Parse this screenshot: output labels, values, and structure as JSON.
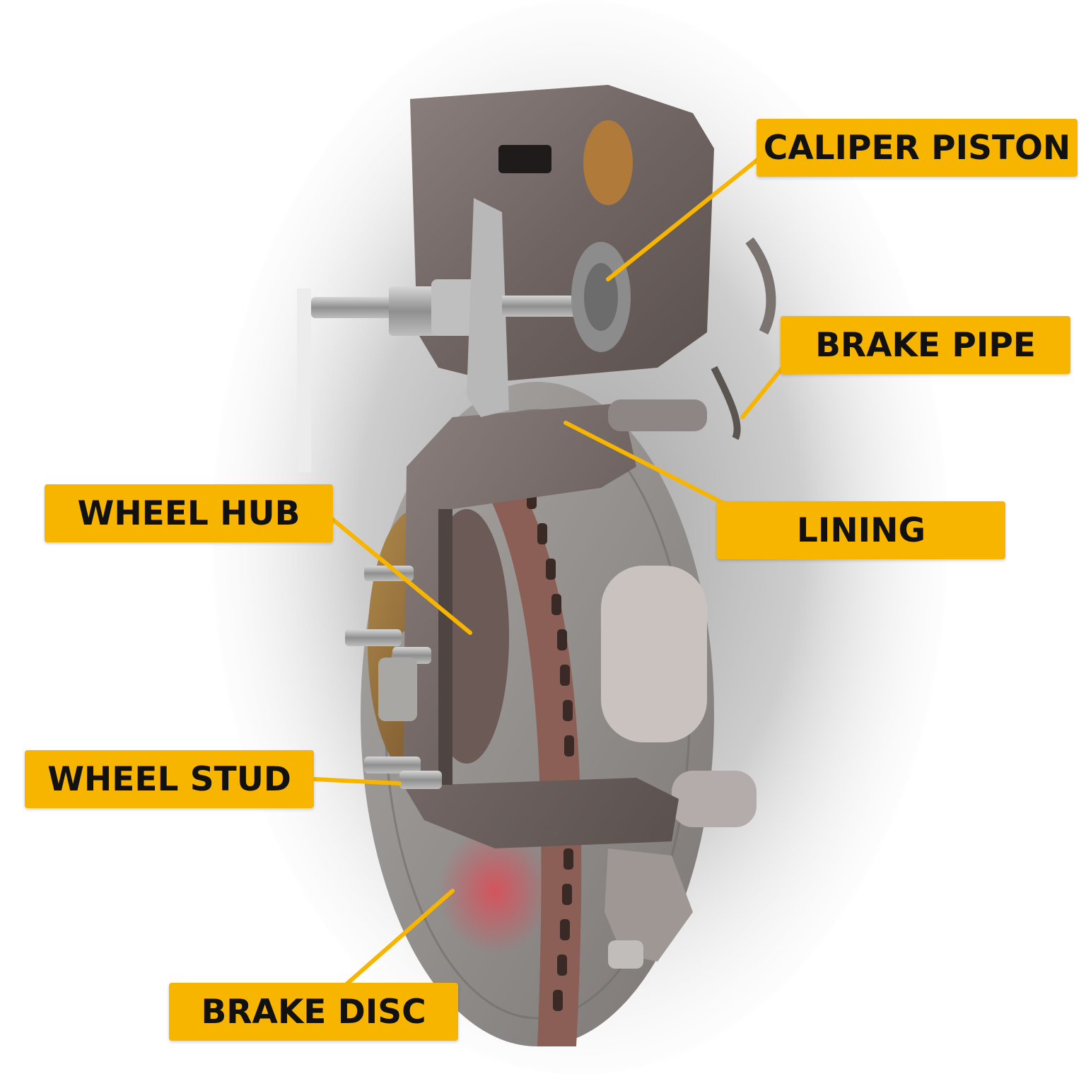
{
  "labels": {
    "caliper_piston": "CALIPER PISTON",
    "brake_pipe": "BRAKE PIPE",
    "lining": "LINING",
    "wheel_hub": "WHEEL HUB",
    "wheel_stud": "WHEEL STUD",
    "brake_disc": "BRAKE DISC"
  },
  "colors": {
    "label_fill": "#f7b500",
    "label_text": "#111111",
    "leader_line": "#f7b500"
  }
}
